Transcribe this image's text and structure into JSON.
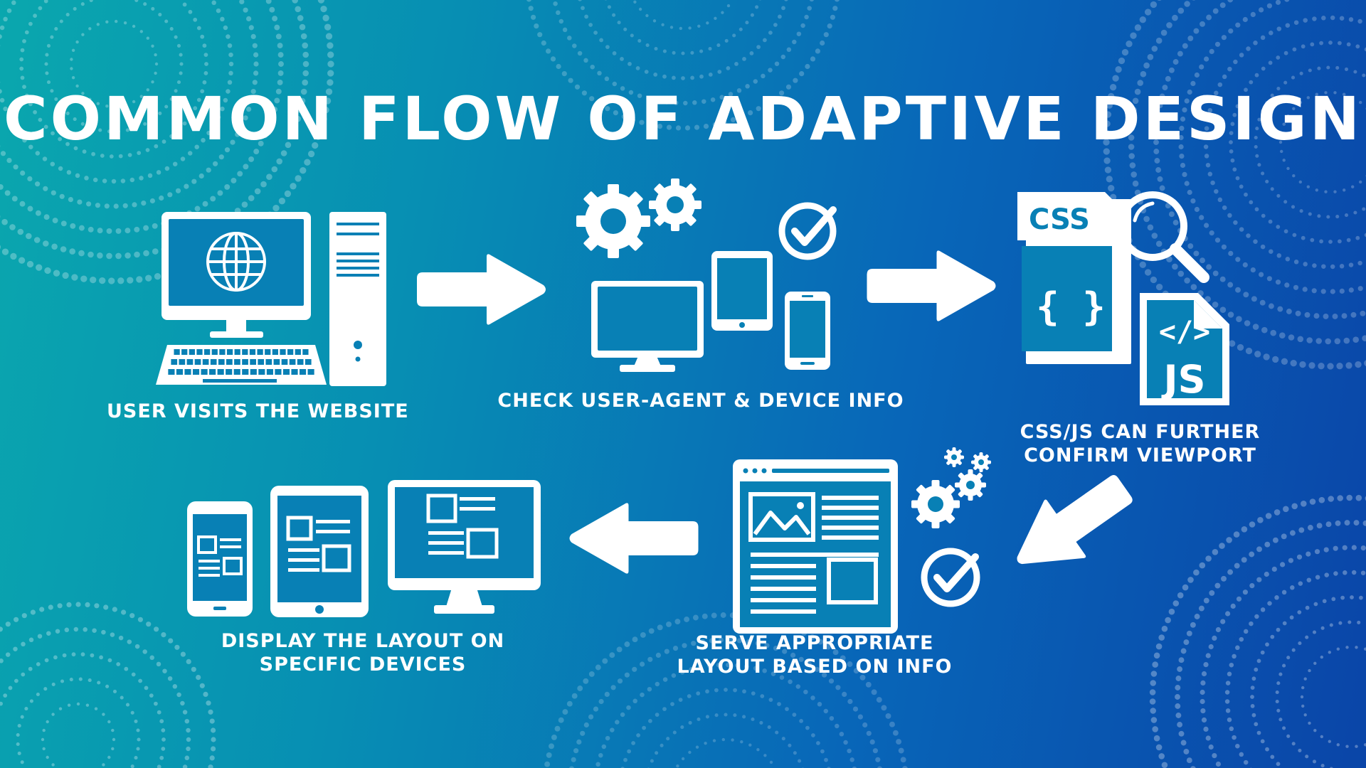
{
  "title": "COMMON FLOW OF ADAPTIVE DESIGN",
  "colors": {
    "bg_start": "#0aa7ae",
    "bg_end": "#0a45a8",
    "foreground": "#ffffff"
  },
  "steps": [
    {
      "id": "step-1",
      "icon": "desktop-computer-globe-icon",
      "lines": [
        "USER VISITS THE WEBSITE"
      ]
    },
    {
      "id": "step-2",
      "icon": "devices-gears-check-icon",
      "lines": [
        "CHECK USER-AGENT & DEVICE INFO"
      ]
    },
    {
      "id": "step-3",
      "icon": "css-js-files-magnifier-icon",
      "lines": [
        "CSS/JS CAN FURTHER",
        "CONFIRM VIEWPORT"
      ],
      "css_label": "CSS",
      "braces": "{ }",
      "code_tag": "</>",
      "js_label": "JS"
    },
    {
      "id": "step-4",
      "icon": "web-layout-gears-check-icon",
      "lines": [
        "SERVE APPROPRIATE",
        "LAYOUT BASED ON INFO"
      ]
    },
    {
      "id": "step-5",
      "icon": "responsive-devices-icon",
      "lines": [
        "DISPLAY THE LAYOUT ON",
        "SPECIFIC DEVICES"
      ]
    }
  ],
  "arrows": [
    {
      "from": "step-1",
      "to": "step-2",
      "direction": "right"
    },
    {
      "from": "step-2",
      "to": "step-3",
      "direction": "right"
    },
    {
      "from": "step-3",
      "to": "step-4",
      "direction": "down-left"
    },
    {
      "from": "step-4",
      "to": "step-5",
      "direction": "left"
    }
  ]
}
